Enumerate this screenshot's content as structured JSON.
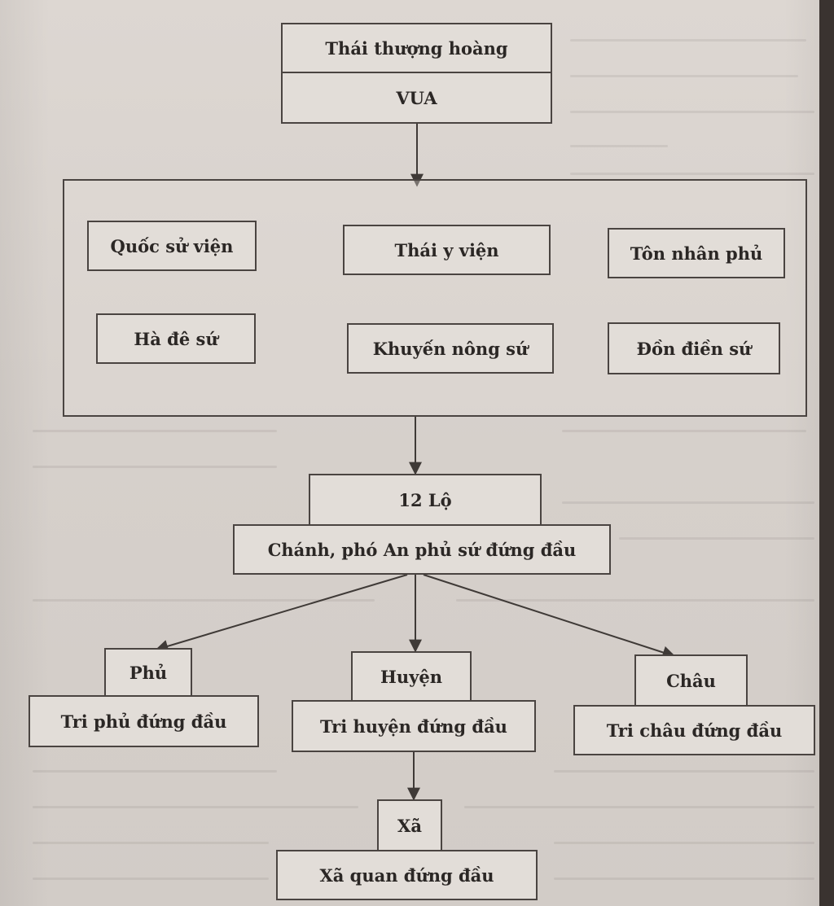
{
  "diagram": {
    "top": {
      "title": "Thái thượng hoàng",
      "king": "VUA"
    },
    "central_offices": [
      "Quốc sử viện",
      "Thái y viện",
      "Tôn nhân phủ",
      "Hà đê sứ",
      "Khuyến nông sứ",
      "Đồn điền sứ"
    ],
    "lo": {
      "title": "12 Lộ",
      "head": "Chánh, phó An phủ sứ đứng đầu"
    },
    "phu": {
      "title": "Phủ",
      "head": "Tri phủ đứng đầu"
    },
    "huyen": {
      "title": "Huyện",
      "head": "Tri huyện đứng đầu"
    },
    "chau": {
      "title": "Châu",
      "head": "Tri châu đứng đầu"
    },
    "xa": {
      "title": "Xã",
      "head": "Xã quan đứng đầu"
    }
  }
}
